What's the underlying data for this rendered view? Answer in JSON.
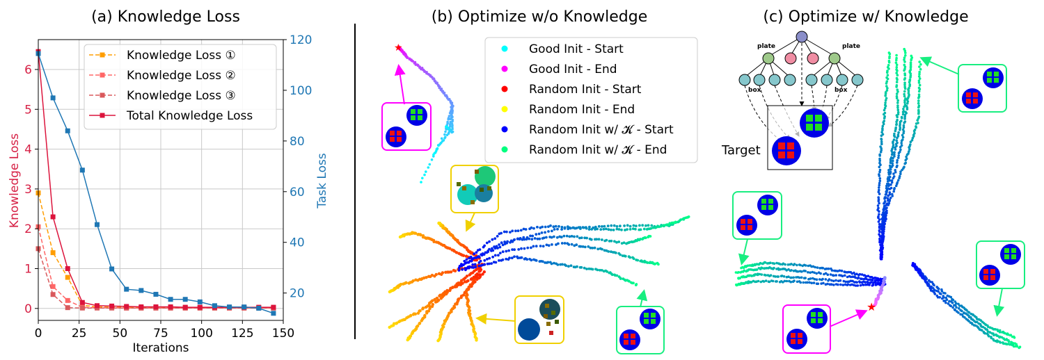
{
  "panels": {
    "a": {
      "title": "(a) Knowledge Loss"
    },
    "b": {
      "title": "(b) Optimize w/o Knowledge"
    },
    "c": {
      "title": "(c) Optimize w/ Knowledge"
    }
  },
  "chart_data": [
    {
      "type": "line",
      "title": "(a) Knowledge Loss",
      "xlabel": "Iterations",
      "ylabel": "Knowledge Loss",
      "y2label": "Task Loss",
      "xlim": [
        0,
        150
      ],
      "ylim": [
        -0.3,
        6.75
      ],
      "y2lim": [
        9.2,
        120
      ],
      "xticks": [
        0,
        25,
        50,
        75,
        100,
        125,
        150
      ],
      "yticks": [
        0,
        1,
        2,
        3,
        4,
        5,
        6
      ],
      "y2ticks": [
        20,
        40,
        60,
        80,
        100,
        120
      ],
      "grid": true,
      "legend_position": "top-right",
      "left_axis_color": "#d62045",
      "right_axis_color": "#1f77b4",
      "series": [
        {
          "name": "Knowledge Loss ①",
          "axis": "left",
          "color": "#ff9d00",
          "dash": "6,3",
          "marker": "s",
          "x": [
            0,
            9,
            18,
            27,
            36,
            45,
            54,
            63,
            72,
            81,
            90,
            99,
            108,
            117,
            126,
            135,
            144
          ],
          "y": [
            2.9,
            1.4,
            0.78,
            0.08,
            0.04,
            0.03,
            0.03,
            0.02,
            0.02,
            0.02,
            0.02,
            0.02,
            0.02,
            0.02,
            0.02,
            0.02,
            0.02
          ]
        },
        {
          "name": "Knowledge Loss ②",
          "axis": "left",
          "color": "#ff6666",
          "dash": "6,3",
          "marker": "s",
          "x": [
            0,
            9,
            18,
            27,
            36,
            45,
            54,
            63,
            72,
            81,
            90,
            99,
            108,
            117,
            126,
            135,
            144
          ],
          "y": [
            2.05,
            0.55,
            0.2,
            0.03,
            0.02,
            0.02,
            0.01,
            0.01,
            0.01,
            0.01,
            0.01,
            0.01,
            0.01,
            0.01,
            0.01,
            0.01,
            0.01
          ]
        },
        {
          "name": "Knowledge Loss ③",
          "axis": "left",
          "color": "#d9595c",
          "dash": "6,3",
          "marker": "s",
          "x": [
            0,
            9,
            18,
            27,
            36,
            45,
            54,
            63,
            72,
            81,
            90,
            99,
            108,
            117,
            126,
            135,
            144
          ],
          "y": [
            1.5,
            0.35,
            0.02,
            0.01,
            0.01,
            0.01,
            0.01,
            0.01,
            0.01,
            0.01,
            0.01,
            0.01,
            0.01,
            0.01,
            0.01,
            0.01,
            0.01
          ]
        },
        {
          "name": "Total Knowledge Loss",
          "axis": "left",
          "color": "#dc143c",
          "dash": "",
          "marker": "s",
          "x": [
            0,
            9,
            18,
            27,
            36,
            45,
            54,
            63,
            72,
            81,
            90,
            99,
            108,
            117,
            126,
            135,
            144
          ],
          "y": [
            6.45,
            2.3,
            1.0,
            0.15,
            0.07,
            0.06,
            0.05,
            0.04,
            0.04,
            0.04,
            0.03,
            0.03,
            0.03,
            0.03,
            0.03,
            0.03,
            0.03
          ]
        },
        {
          "name": "",
          "axis": "right",
          "color": "#1f77b4",
          "dash": "",
          "marker": "s",
          "x": [
            0,
            9,
            18,
            27,
            36,
            45,
            54,
            63,
            72,
            81,
            90,
            99,
            108,
            117,
            126,
            135,
            144
          ],
          "y": [
            114.5,
            97,
            84,
            68.5,
            47,
            29.5,
            21.5,
            21,
            19.5,
            17.5,
            17.5,
            16.5,
            15,
            14.5,
            14.5,
            14,
            12
          ]
        }
      ]
    },
    {
      "type": "scatter",
      "title": "(b) Optimize w/o Knowledge",
      "legend_position": "top-right",
      "legend": [
        {
          "label": "Good Init - Start",
          "color": "#00ffff"
        },
        {
          "label": "Good Init - End",
          "color": "#ff00ff"
        },
        {
          "label": "Random Init - Start",
          "color": "#ff0000"
        },
        {
          "label": "Random Init - End",
          "color": "#ffff00"
        },
        {
          "label": "Random Init w/ 𝓚 - Start",
          "color": "#0000ff"
        },
        {
          "label": "Random Init w/ 𝓚 - End",
          "color": "#00ff7f"
        }
      ]
    },
    {
      "type": "scatter",
      "title": "(c) Optimize w/ Knowledge",
      "annotations": [
        "plate",
        "plate",
        "box",
        "box",
        "Target"
      ]
    }
  ]
}
